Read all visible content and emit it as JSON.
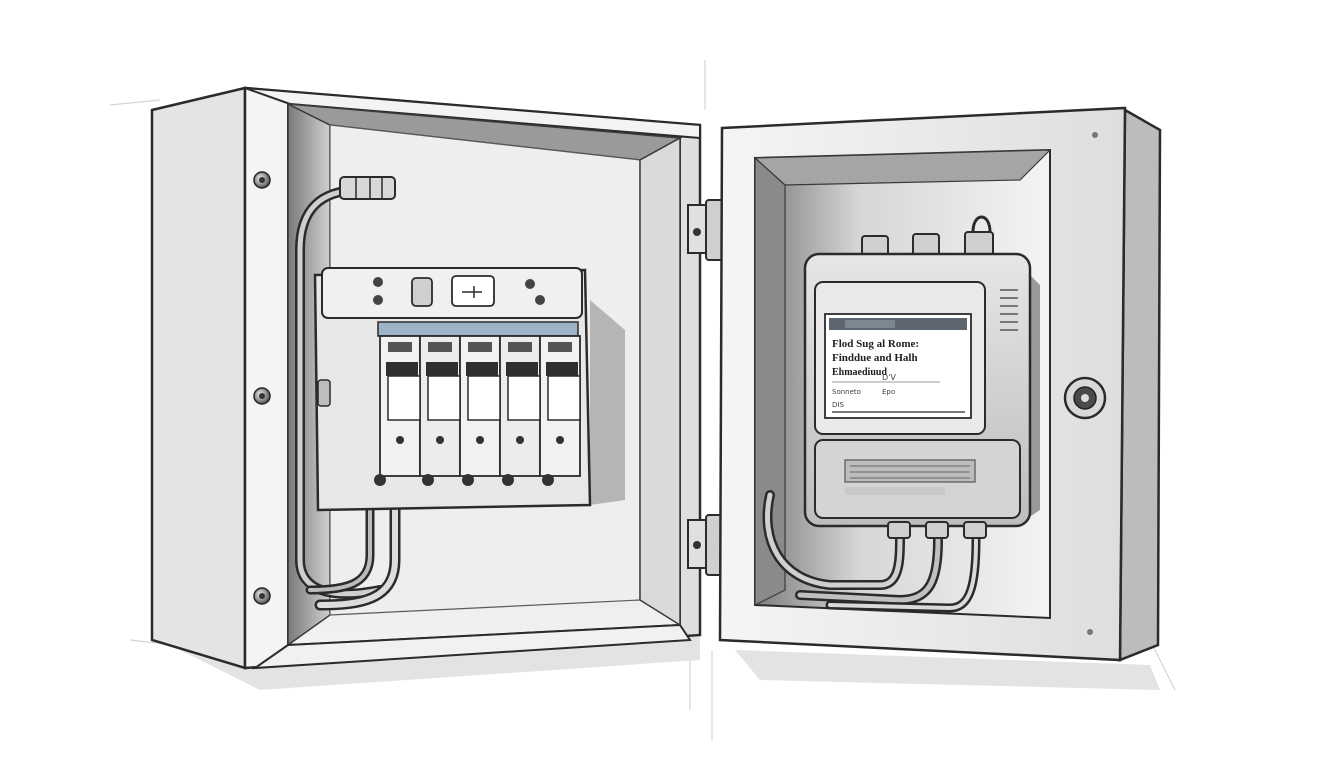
{
  "colors": {
    "paper": "#ffffff",
    "ink": "#2b2b2b",
    "shadow": "#8f8f8f",
    "light": "#e9e9e9",
    "mid": "#c4c4c4",
    "blue_band": "#9fb3c8",
    "label_bar": "#5d6670"
  },
  "meter_label": {
    "line1": "Flod Sug al Rome:",
    "line2": "Finddue and Halh",
    "line3": "Ehmaediuud",
    "row_a_left": "Sonneto",
    "row_a_right": "Epo",
    "row_b_left": "DIS",
    "row_b_right": "D'V"
  },
  "icons": [
    "screw-icon",
    "lock-icon",
    "hinge-icon"
  ]
}
